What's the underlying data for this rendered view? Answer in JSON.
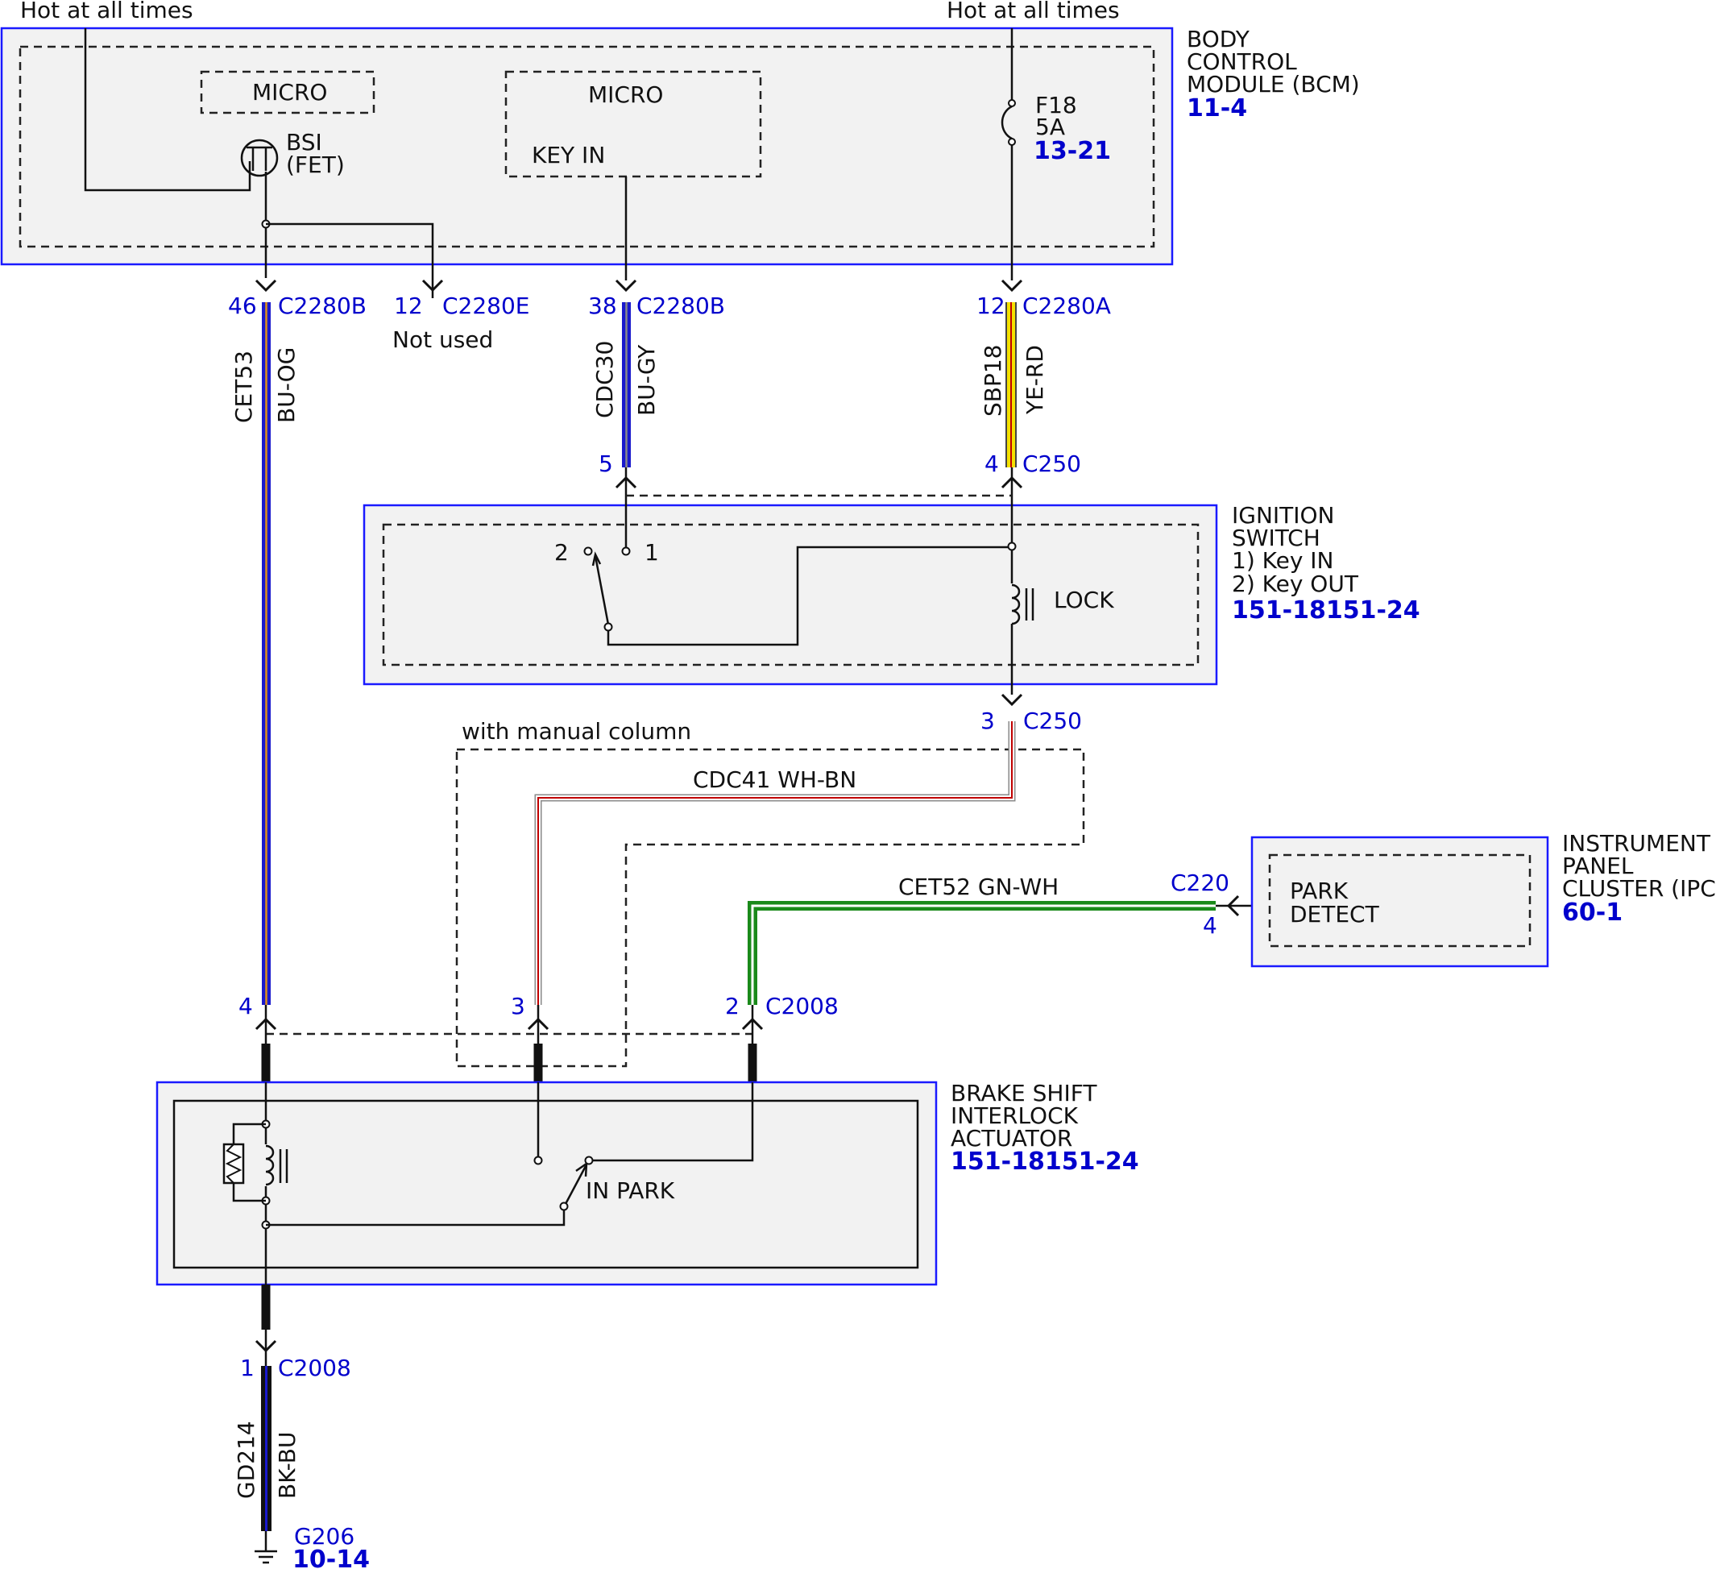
{
  "supply": {
    "left_label": "Hot at all times",
    "right_label": "Hot at all times"
  },
  "bcm": {
    "name_lines": [
      "BODY",
      "CONTROL",
      "MODULE (BCM)"
    ],
    "ref": "11-4",
    "micro_left": "MICRO",
    "micro_right": "MICRO",
    "key_in": "KEY IN",
    "bsi_lines": [
      "BSI",
      "(FET)"
    ],
    "fuse_lines": [
      "F18",
      "5A"
    ],
    "fuse_ref": "13-21"
  },
  "connectors": {
    "c46_pin": "46",
    "c46_name": "C2280B",
    "c12e_pin": "12",
    "c12e_name": "C2280E",
    "not_used": "Not used",
    "c38_pin": "38",
    "c38_name": "C2280B",
    "c12a_pin": "12",
    "c12a_name": "C2280A",
    "c250_5_pin": "5",
    "c250_4_pin": "4",
    "c250_4_name": "C250",
    "c250_3_pin": "3",
    "c250_3_name": "C250",
    "c2008_4_pin": "4",
    "c2008_3_pin": "3",
    "c2008_2_pin": "2",
    "c2008_2_name": "C2008",
    "c2008_1_pin": "1",
    "c2008_1_name": "C2008",
    "c220_name": "C220",
    "c220_pin": "4"
  },
  "wires": {
    "cet53_circuit": "CET53",
    "cet53_color": "BU-OG",
    "cdc30_circuit": "CDC30",
    "cdc30_color": "BU-GY",
    "sbp18_circuit": "SBP18",
    "sbp18_color": "YE-RD",
    "cdc41_label": "CDC41  WH-BN",
    "cet52_label": "CET52  GN-WH",
    "gd214_circuit": "GD214",
    "gd214_color": "BK-BU"
  },
  "ignition": {
    "name_lines": [
      "IGNITION",
      "SWITCH",
      "1) Key IN",
      "2) Key OUT"
    ],
    "ref": "151-18151-24",
    "pos2": "2",
    "pos1": "1",
    "lock": "LOCK"
  },
  "manual_column": "with manual column",
  "ipc": {
    "name_lines": [
      "INSTRUMENT",
      "PANEL",
      "CLUSTER (IPC)"
    ],
    "ref": "60-1",
    "park_lines": [
      "PARK",
      "DETECT"
    ]
  },
  "bsia": {
    "name_lines": [
      "BRAKE SHIFT",
      "INTERLOCK",
      "ACTUATOR"
    ],
    "ref": "151-18151-24",
    "in_park": "IN PARK"
  },
  "ground": {
    "name": "G206",
    "ref": "10-14"
  },
  "colors": {
    "box_border": "#1a1aff",
    "label_blue": "#0000cc",
    "wire_blue": "#1a1acc",
    "wire_orange": "#e0901a",
    "wire_yellow": "#f5e000",
    "wire_red": "#c00000",
    "wire_green": "#1a8a1a",
    "wire_gray": "#8a8a8a",
    "wire_black": "#111111"
  }
}
